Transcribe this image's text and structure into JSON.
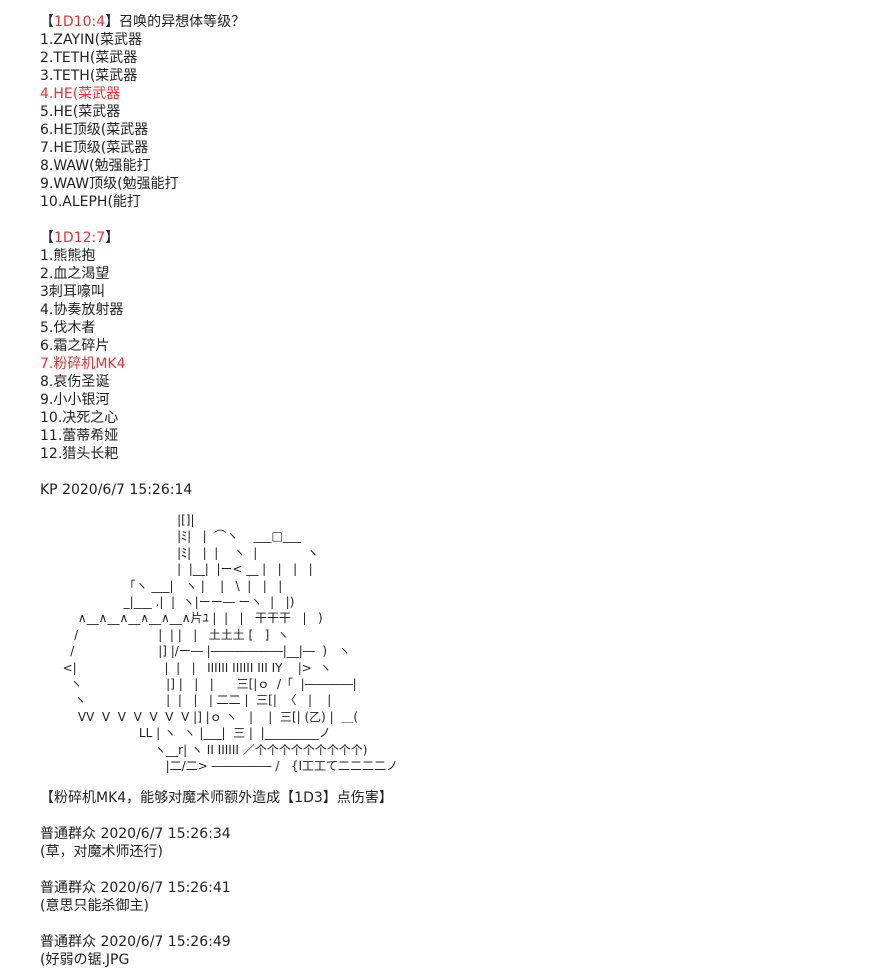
{
  "roll1": {
    "header_bracket_open": "【",
    "header_roll": "1D10:4",
    "header_bracket_close": "】",
    "header_question": "召唤的异想体等级？",
    "items": [
      "1.ZAYIN(菜武器",
      "2.TETH(菜武器",
      "3.TETH(菜武器",
      "4.HE(菜武器",
      "5.HE(菜武器",
      "6.HE顶级(菜武器",
      "7.HE顶级(菜武器",
      "8.WAW(勉强能打",
      "9.WAW顶级(勉强能打",
      "10.ALEPH(能打"
    ],
    "selected_index": 3
  },
  "roll2": {
    "header_bracket_open": "【",
    "header_roll": "1D12:7",
    "header_bracket_close": "】",
    "items": [
      "1.熊熊抱",
      "2.血之渴望",
      "3刺耳嚎叫",
      "4.协奏放射器",
      "5.伐木者",
      "6.霜之碎片",
      "7.粉碎机MK4",
      "8.哀伤圣诞",
      "9.小小银河",
      "10.决死之心",
      "11.蕾蒂希娅",
      "12.猎头长耙"
    ],
    "selected_index": 6
  },
  "post_kp": {
    "author": "KP",
    "timestamp": "2020/6/7 15:26:14"
  },
  "ascii_art": "                                |[]|\n                                |ﾐ|   |  ⌒ヽ    ___□___\n                                |ﾐ|   |  |    ヽ  |             ヽ\n                                |  |__|  |ー< __ |   |   |   |\n                  「ヽ ___|   ヽ |    |   \\  |   |   |\n                  _|___ .|  |  ヽ|ーー― ーヽ  |   |)\n      ∧__∧__∧__∧__∧__∧片ﾕ |  |   |   干干干   |   )\n     /                     |  | |   |   土土土 [   ]  ヽ\n    /                      |] |/ー― |――――――|__|―  )   ヽ\n  <|                       |  |   |   IIIIII IIIIII III IY    |>  ヽ\n    ヽ                      |] |   |   |      三[|ｏ  /「  |――――|\n     ヽ                     |  |   |   | 二二 |  三[|  〈   |    |\n      VV  V  V  V  V  V  V |] |ｏ ヽ   |    |  三[| (乙) |  ＿(\n                      LL | ヽ  ヽ |___|  三 |  |_________ノ\n                          ヽ__r| ヽ II IIIIII ／个个个个个个个个个)\n                             |二/二> ――――― /   {I工工て二二二二ノ",
  "skill_line": "【粉碎机MK4，能够对魔术师额外造成【1D3】点伤害】",
  "comments": [
    {
      "author": "普通群众",
      "timestamp": "2020/6/7 15:26:34",
      "text": "(草，对魔术师还行)"
    },
    {
      "author": "普通群众",
      "timestamp": "2020/6/7 15:26:41",
      "text": "(意思只能杀御主)"
    },
    {
      "author": "普通群众",
      "timestamp": "2020/6/7 15:26:49",
      "text": "(好弱の锯.JPG"
    }
  ],
  "colors": {
    "text": "#222222",
    "highlight": "#e53333",
    "background": "#ffffff"
  }
}
